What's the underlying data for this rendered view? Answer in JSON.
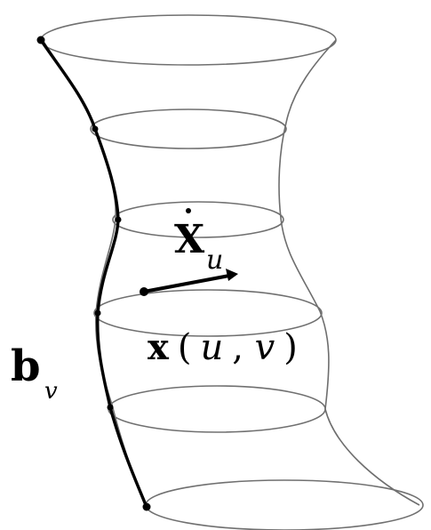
{
  "figure": {
    "labels": {
      "xu_symbol": "X",
      "xu_subscript": "u",
      "point_symbol": "x",
      "point_args_open": "(",
      "point_arg_u": "u",
      "point_args_sep": ", ",
      "point_arg_v": "v",
      "point_args_close": ")",
      "bv_symbol": "b",
      "bv_subscript": "v"
    }
  }
}
